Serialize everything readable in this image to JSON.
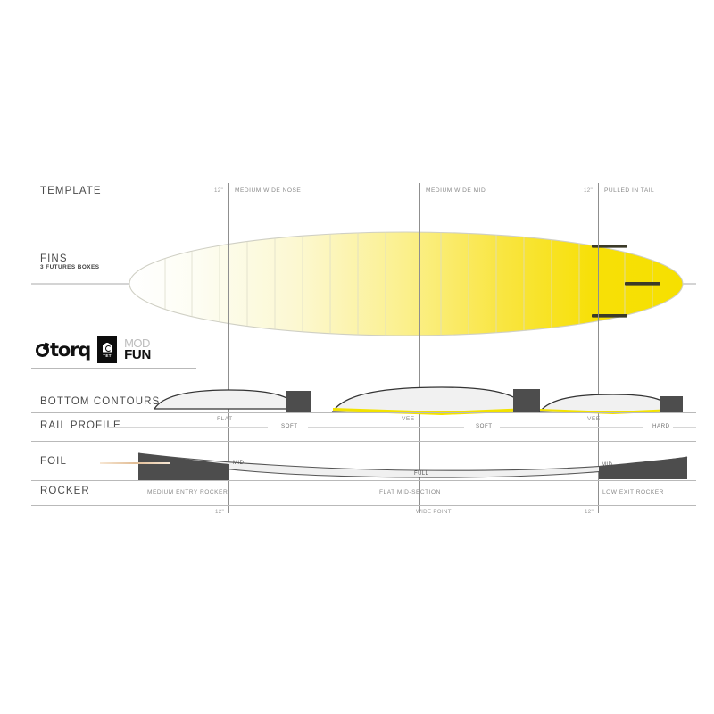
{
  "diagram": {
    "brand": "torq",
    "model_top": "MOD",
    "model_bottom": "FUN",
    "tech_badge": "TET",
    "accent_yellow": "#f5e200",
    "accent_tan": "#e9c9a3",
    "line_gray": "#b9b9b9"
  },
  "rows": {
    "template": "TEMPLATE",
    "fins": "FINS",
    "fins_sub": "3 FUTURES BOXES",
    "bottom_contours": "BOTTOM  CONTOURS",
    "rail_profile": "RAIL PROFILE",
    "foil": "FOIL",
    "rocker": "ROCKER"
  },
  "template_zones": [
    {
      "tick": "12\"",
      "label": "MEDIUM WIDE NOSE"
    },
    {
      "tick": "",
      "label": "MEDIUM WIDE MID"
    },
    {
      "tick": "12\"",
      "label": "PULLED IN TAIL"
    }
  ],
  "bottom_contours": [
    {
      "label": "FLAT"
    },
    {
      "label": "VEE"
    },
    {
      "label": "VEE"
    }
  ],
  "rail_profile": [
    {
      "label": "SOFT"
    },
    {
      "label": "SOFT"
    },
    {
      "label": "HARD"
    }
  ],
  "foil": [
    {
      "label": "MID"
    },
    {
      "label": "FULL"
    },
    {
      "label": "MID"
    }
  ],
  "rocker": [
    {
      "label": "MEDIUM ENTRY ROCKER"
    },
    {
      "label": "FLAT MID-SECTION"
    },
    {
      "label": "LOW EXIT ROCKER"
    }
  ],
  "bottom_axis": [
    {
      "label": "12\""
    },
    {
      "label": "WIDE POINT"
    },
    {
      "label": "12\""
    }
  ]
}
